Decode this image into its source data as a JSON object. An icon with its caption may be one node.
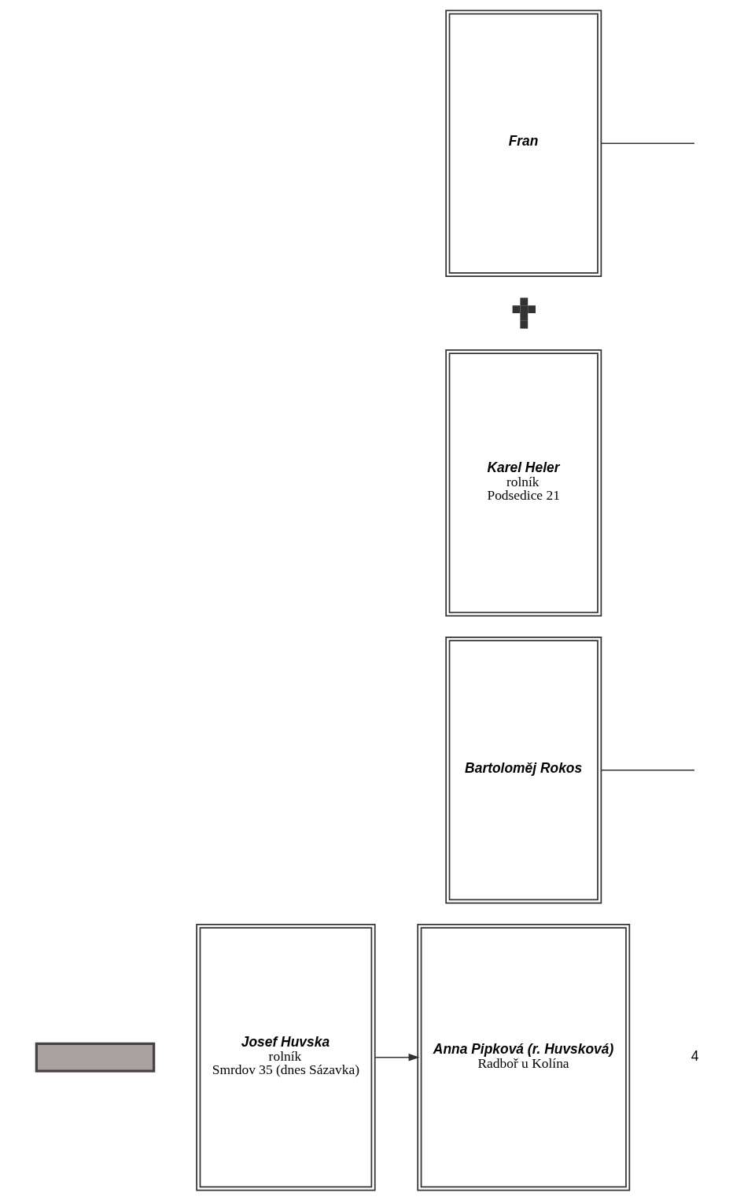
{
  "diagram": {
    "nodes": [
      {
        "text": [],
        "shape": "box"
      },
      {
        "text": [
          "Josef Huvska",
          "rolník",
          "Smrdov 35 (dnes Sázavka)"
        ]
      },
      {
        "text": [
          "Anna Pipková (r. Huvsková)",
          "Radboř u Kolína"
        ]
      },
      {
        "text": [
          "Bartoloměj Rokos"
        ]
      },
      {
        "text": [
          "Karel Heler",
          "rolník",
          "Podsedice 21"
        ]
      },
      {
        "text": [],
        "shape": "cross"
      },
      {
        "text": [
          "Fran"
        ]
      }
    ],
    "edges": [
      {
        "from": 1,
        "to": 2,
        "arrow": "to"
      },
      {
        "from": 3,
        "to": null,
        "arrow": "none"
      },
      {
        "from": 6,
        "to": null,
        "arrow": "none"
      }
    ],
    "labels": [
      "4"
    ]
  }
}
